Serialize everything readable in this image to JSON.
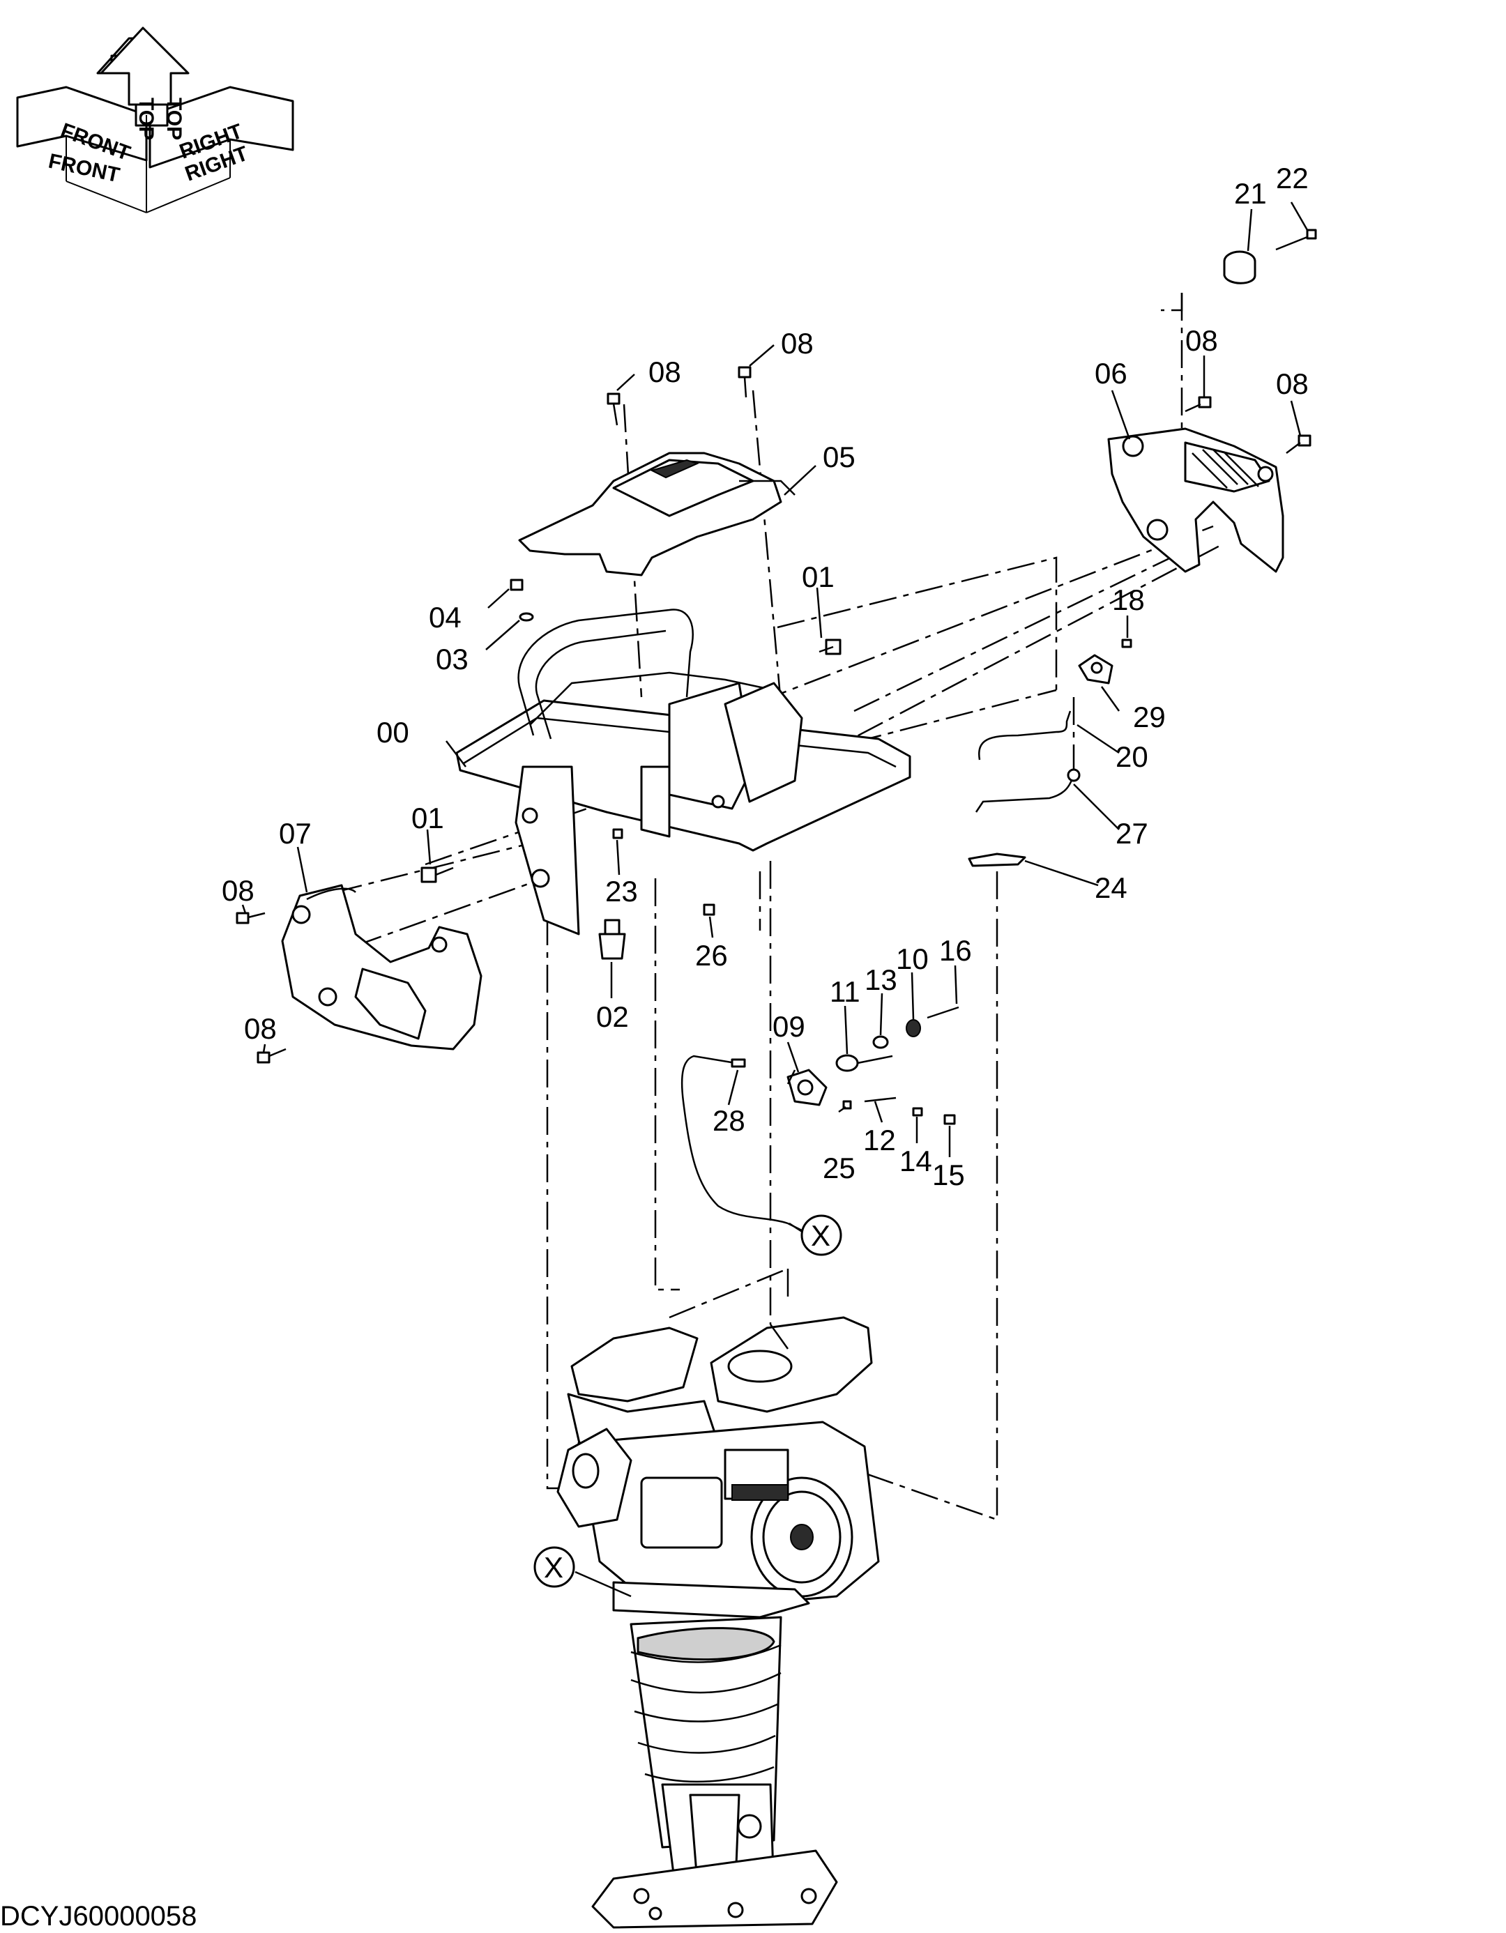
{
  "orientation": {
    "front": "FRONT",
    "top": "TOP",
    "right": "RIGHT"
  },
  "doc_code": "DCYJ60000058",
  "callouts": {
    "c00": "00",
    "c01a": "01",
    "c01b": "01",
    "c02": "02",
    "c03": "03",
    "c04": "04",
    "c05": "05",
    "c06": "06",
    "c07": "07",
    "c08a": "08",
    "c08b": "08",
    "c08c": "08",
    "c08d": "08",
    "c08e": "08",
    "c08f": "08",
    "c09": "09",
    "c10": "10",
    "c11": "11",
    "c12": "12",
    "c13": "13",
    "c14": "14",
    "c15": "15",
    "c16": "16",
    "c18": "18",
    "c20": "20",
    "c21": "21",
    "c22": "22",
    "c23": "23",
    "c24": "24",
    "c25": "25",
    "c26": "26",
    "c27": "27",
    "c28": "28",
    "c29": "29",
    "xa": "X",
    "xb": "X"
  }
}
